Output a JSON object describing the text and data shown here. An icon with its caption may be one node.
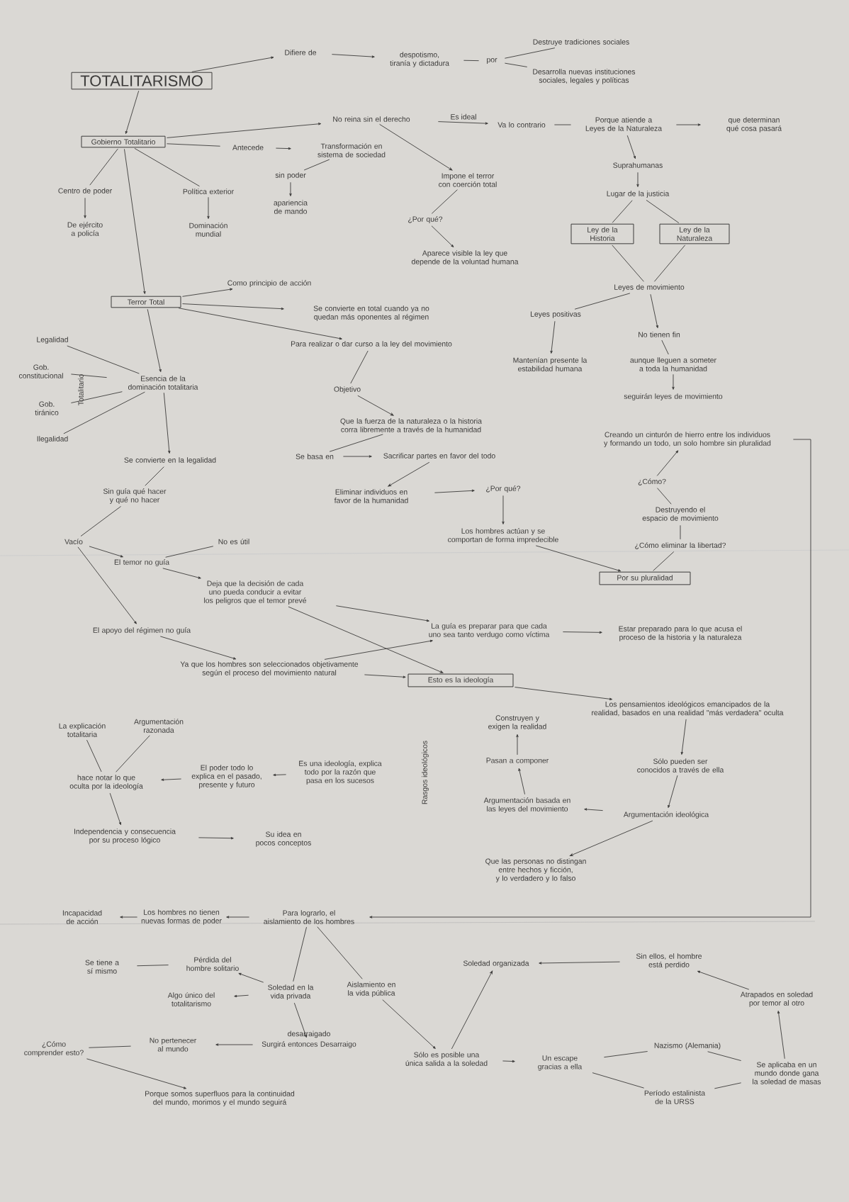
{
  "diagram": {
    "nodes": [
      {
        "text": [
          "TOTALITARISMO"
        ]
      },
      {
        "text": [
          "Difiere de"
        ]
      },
      {
        "text": [
          "despotismo, tiranía y dictadura"
        ]
      },
      {
        "text": [
          "por"
        ]
      },
      {
        "text": [
          "Destruye tradiciones sociales"
        ]
      },
      {
        "text": [
          "Desarrolla nuevas instituciones sociales, legales y políticas"
        ]
      },
      {
        "text": [
          "Gobierno Totalitario"
        ]
      },
      {
        "text": [
          "No reina sin el derecho"
        ]
      },
      {
        "text": [
          "Va lo contrario"
        ]
      },
      {
        "text": [
          "Porque atiende a Leyes de la Naturaleza"
        ]
      },
      {
        "text": [
          "que determinan qué cosa pasará"
        ]
      },
      {
        "text": [
          "Antecede"
        ]
      },
      {
        "text": [
          "Transformación en sistema de sociedad"
        ]
      },
      {
        "text": [
          "sin poder"
        ]
      },
      {
        "text": [
          "apariencia de mando"
        ]
      },
      {
        "text": [
          "Centro de poder"
        ]
      },
      {
        "text": [
          "De ejército a policía"
        ]
      },
      {
        "text": [
          "Política exterior"
        ]
      },
      {
        "text": [
          "Dominación mundial"
        ]
      },
      {
        "text": [
          "Impone el terror con coerción total"
        ]
      },
      {
        "text": [
          "¿Por qué?"
        ]
      },
      {
        "text": [
          "Aparece visible la ley que depende de la voluntad humana"
        ]
      },
      {
        "text": [
          "Suprahumanas"
        ]
      },
      {
        "text": [
          "Lugar de la justicia"
        ]
      },
      {
        "text": [
          "Ley de la Historia"
        ]
      },
      {
        "text": [
          "Ley de la Naturaleza"
        ]
      },
      {
        "text": [
          "Leyes de movimiento"
        ]
      },
      {
        "text": [
          "Leyes positivas"
        ]
      },
      {
        "text": [
          "Mantenían presente la estabilidad humana"
        ]
      },
      {
        "text": [
          "No tienen fin"
        ]
      },
      {
        "text": [
          "aunque lleguen a someter a toda la humanidad"
        ]
      },
      {
        "text": [
          "seguirán leyes de movimiento"
        ]
      },
      {
        "text": [
          "Terror Total"
        ]
      },
      {
        "text": [
          "Como principio de acción"
        ]
      },
      {
        "text": [
          "Se convierte en total cuando ya no quedan más oponentes al régimen"
        ]
      },
      {
        "text": [
          "Para realizar o dar curso a la ley del movimiento"
        ]
      },
      {
        "text": [
          "Objetivo"
        ]
      },
      {
        "text": [
          "Que la fuerza de la naturaleza o la historia corra libremente a través de la humanidad"
        ]
      },
      {
        "text": [
          "Se basa en"
        ]
      },
      {
        "text": [
          "Sacrificar partes en favor del todo"
        ]
      },
      {
        "text": [
          "Eliminar individuos en favor de la humanidad"
        ]
      },
      {
        "text": [
          "¿Por qué?"
        ]
      },
      {
        "text": [
          "Los hombres actúan y se comportan de forma impredecible"
        ]
      },
      {
        "text": [
          "Por su pluralidad"
        ]
      },
      {
        "text": [
          "Creando un cinturón de hierro entre los individuos y formando un todo, un solo hombre sin pluralidad"
        ]
      },
      {
        "text": [
          "¿Cómo?"
        ]
      },
      {
        "text": [
          "Destruyendo el espacio de movimiento"
        ]
      },
      {
        "text": [
          "¿Cómo eliminar la libertad?"
        ]
      },
      {
        "text": [
          "Esencia de la dominación totalitaria"
        ]
      },
      {
        "text": [
          "Legalidad"
        ]
      },
      {
        "text": [
          "Gob. constitucional"
        ]
      },
      {
        "text": [
          "Gob. tiránico"
        ]
      },
      {
        "text": [
          "Ilegalidad"
        ]
      },
      {
        "text": [
          "Se convierte en la legalidad"
        ]
      },
      {
        "text": [
          "Sin guía qué hacer y qué no hacer"
        ]
      },
      {
        "text": [
          "Vacío"
        ]
      },
      {
        "text": [
          "El temor no guía"
        ]
      },
      {
        "text": [
          "No es útil"
        ]
      },
      {
        "text": [
          "Deja que la decisión de cada uno pueda conducir a evitar los peligros que el temor prevé"
        ]
      },
      {
        "text": [
          "El apoyo del régimen no guía"
        ]
      },
      {
        "text": [
          "Ya que los hombres son seleccionados objetivamente según el proceso del movimiento natural"
        ]
      },
      {
        "text": [
          "La guía es preparar para que cada uno sea tanto verdugo como víctima"
        ]
      },
      {
        "text": [
          "Estar preparado para lo que acusa el proceso de la historia y la naturaleza"
        ]
      },
      {
        "text": [
          "Esto es la ideología"
        ]
      },
      {
        "text": [
          "Los pensamientos ideológicos emancipados de la realidad, basados en una realidad \"más verdadera\" oculta"
        ]
      },
      {
        "text": [
          "Sólo pueden ser conocidos a través de ella"
        ]
      },
      {
        "text": [
          "Argumentación ideológica"
        ]
      },
      {
        "text": [
          "Argumentación basada en las leyes del movimiento"
        ]
      },
      {
        "text": [
          "Pasan a componer"
        ]
      },
      {
        "text": [
          "Construyen y exigen la realidad"
        ]
      },
      {
        "text": [
          "Que las personas no distingan entre hechos y ficción, y lo verdadero y lo falso"
        ]
      },
      {
        "text": [
          "La explicación totalitaria"
        ]
      },
      {
        "text": [
          "Argumentación razonada"
        ]
      },
      {
        "text": [
          "hace notar lo que oculta por la ideología"
        ]
      },
      {
        "text": [
          "El poder todo lo explica en el pasado, presente y futuro"
        ]
      },
      {
        "text": [
          "Es una ideología, explica todo por la razón que pasa en los sucesos"
        ]
      },
      {
        "text": [
          "Independencia y consecuencia por su proceso lógico"
        ]
      },
      {
        "text": [
          "Su idea en pocos conceptos"
        ]
      },
      {
        "text": [
          "Para lograrlo, el aislamiento de los hombres"
        ]
      },
      {
        "text": [
          "Los hombres no tienen nuevas formas de poder"
        ]
      },
      {
        "text": [
          "Incapacidad de acción"
        ]
      },
      {
        "text": [
          "Pérdida del hombre solitario"
        ]
      },
      {
        "text": [
          "Se tiene a sí mismo"
        ]
      },
      {
        "text": [
          "Algo único del totalitarismo"
        ]
      },
      {
        "text": [
          "Soledad en la vida privada"
        ]
      },
      {
        "text": [
          "Aislamiento en la vida pública"
        ]
      },
      {
        "text": [
          "Surgirá entonces Desarraigo"
        ],
        "beside": [
          "desarraigado"
        ]
      },
      {
        "text": [
          "No pertenecer al mundo"
        ]
      },
      {
        "text": [
          "¿Cómo comprender esto?"
        ]
      },
      {
        "text": [
          "Porque somos superfluos para la continuidad del mundo, morimos y el mundo seguirá"
        ]
      },
      {
        "text": [
          "Soledad organizada"
        ]
      },
      {
        "text": [
          "Sin ellos, el hombre está perdido"
        ]
      },
      {
        "text": [
          "Atrapados en soledad por temor al otro"
        ]
      },
      {
        "text": [
          "Sólo es posible una única salida a la soledad"
        ]
      },
      {
        "text": [
          "Un escape gracias a ella"
        ]
      },
      {
        "text": [
          "Nazismo (Alemania)"
        ]
      },
      {
        "text": [
          "Período estalinista de la URSS"
        ]
      },
      {
        "text": [
          "Se aplicaba en un mundo donde gana la soledad de masas"
        ]
      }
    ],
    "edges": [
      {
        "from": 0,
        "to": 1,
        "arrow": "to"
      },
      {
        "from": 1,
        "to": 2,
        "arrow": "to"
      },
      {
        "from": 2,
        "to": 3,
        "arrow": "none"
      },
      {
        "from": 3,
        "to": 4,
        "arrow": "none"
      },
      {
        "from": 3,
        "to": 5,
        "arrow": "none"
      },
      {
        "from": 0,
        "to": 6,
        "arrow": "to"
      },
      {
        "from": 6,
        "to": 7,
        "arrow": "to"
      },
      {
        "from": 7,
        "to": 8,
        "arrow": "to",
        "label": "Es ideal"
      },
      {
        "from": 8,
        "to": 9,
        "arrow": "none"
      },
      {
        "from": 9,
        "to": 10,
        "arrow": "to"
      },
      {
        "from": 6,
        "to": 11,
        "arrow": "none"
      },
      {
        "from": 11,
        "to": 12,
        "arrow": "to"
      },
      {
        "from": 12,
        "to": 13,
        "arrow": "none"
      },
      {
        "from": 13,
        "to": 14,
        "arrow": "to"
      },
      {
        "from": 6,
        "to": 15,
        "arrow": "none"
      },
      {
        "from": 6,
        "to": 17,
        "arrow": "none"
      },
      {
        "from": 15,
        "to": 16,
        "arrow": "to"
      },
      {
        "from": 17,
        "to": 18,
        "arrow": "to"
      },
      {
        "from": 7,
        "to": 19,
        "arrow": "to"
      },
      {
        "from": 19,
        "to": 20,
        "arrow": "none"
      },
      {
        "from": 20,
        "to": 21,
        "arrow": "to"
      },
      {
        "from": 9,
        "to": 22,
        "arrow": "to"
      },
      {
        "from": 22,
        "to": 23,
        "arrow": "to"
      },
      {
        "from": 23,
        "to": 24,
        "arrow": "none"
      },
      {
        "from": 23,
        "to": 25,
        "arrow": "none"
      },
      {
        "from": 24,
        "to": 26,
        "arrow": "none"
      },
      {
        "from": 25,
        "to": 26,
        "arrow": "none"
      },
      {
        "from": 26,
        "to": 27,
        "arrow": "none"
      },
      {
        "from": 27,
        "to": 28,
        "arrow": "to"
      },
      {
        "from": 26,
        "to": 29,
        "arrow": "to"
      },
      {
        "from": 29,
        "to": 30,
        "arrow": "none"
      },
      {
        "from": 30,
        "to": 31,
        "arrow": "to"
      },
      {
        "from": 6,
        "to": 32,
        "arrow": "to"
      },
      {
        "from": 32,
        "to": 33,
        "arrow": "to"
      },
      {
        "from": 32,
        "to": 34,
        "arrow": "to"
      },
      {
        "from": 32,
        "to": 35,
        "arrow": "to"
      },
      {
        "from": 35,
        "to": 36,
        "arrow": "none"
      },
      {
        "from": 36,
        "to": 37,
        "arrow": "to"
      },
      {
        "from": 37,
        "to": 38,
        "arrow": "none"
      },
      {
        "from": 38,
        "to": 39,
        "arrow": "to"
      },
      {
        "from": 39,
        "to": 40,
        "arrow": "to"
      },
      {
        "from": 40,
        "to": 41,
        "arrow": "to"
      },
      {
        "from": 41,
        "to": 42,
        "arrow": "to"
      },
      {
        "from": 42,
        "to": 43,
        "arrow": "to"
      },
      {
        "from": 43,
        "to": 47,
        "arrow": "none"
      },
      {
        "from": 47,
        "to": 46,
        "arrow": "none"
      },
      {
        "from": 46,
        "to": 45,
        "arrow": "none"
      },
      {
        "from": 45,
        "to": 44,
        "arrow": "to"
      },
      {
        "from": 44,
        "to": 78,
        "arrow": "to"
      },
      {
        "from": 32,
        "to": 48,
        "arrow": "to"
      },
      {
        "from": 49,
        "to": 48,
        "arrow": "none"
      },
      {
        "from": 50,
        "to": 48,
        "arrow": "none"
      },
      {
        "from": 51,
        "to": 48,
        "arrow": "none"
      },
      {
        "from": 52,
        "to": 48,
        "arrow": "none"
      },
      {
        "from": 48,
        "to": 53,
        "arrow": "to"
      },
      {
        "from": 53,
        "to": 54,
        "arrow": "none"
      },
      {
        "from": 54,
        "to": 55,
        "arrow": "none"
      },
      {
        "from": 55,
        "to": 56,
        "arrow": "to"
      },
      {
        "from": 55,
        "to": 59,
        "arrow": "to"
      },
      {
        "from": 56,
        "to": 57,
        "arrow": "none"
      },
      {
        "from": 56,
        "to": 58,
        "arrow": "to"
      },
      {
        "from": 59,
        "to": 60,
        "arrow": "to"
      },
      {
        "from": 58,
        "to": 61,
        "arrow": "to"
      },
      {
        "from": 60,
        "to": 61,
        "arrow": "to"
      },
      {
        "from": 58,
        "to": 63,
        "arrow": "to"
      },
      {
        "from": 60,
        "to": 63,
        "arrow": "to"
      },
      {
        "from": 61,
        "to": 62,
        "arrow": "to"
      },
      {
        "from": 63,
        "to": 64,
        "arrow": "to"
      },
      {
        "from": 64,
        "to": 65,
        "arrow": "to"
      },
      {
        "from": 65,
        "to": 66,
        "arrow": "to"
      },
      {
        "from": 66,
        "to": 67,
        "arrow": "to"
      },
      {
        "from": 67,
        "to": 68,
        "arrow": "to"
      },
      {
        "from": 68,
        "to": 69,
        "arrow": "to"
      },
      {
        "from": 66,
        "to": 70,
        "arrow": "to"
      },
      {
        "from": 71,
        "to": 73,
        "arrow": "none"
      },
      {
        "from": 72,
        "to": 73,
        "arrow": "none"
      },
      {
        "from": 74,
        "to": 73,
        "arrow": "to"
      },
      {
        "from": 75,
        "to": 74,
        "arrow": "to"
      },
      {
        "from": 73,
        "to": 76,
        "arrow": "to"
      },
      {
        "from": 76,
        "to": 77,
        "arrow": "to"
      },
      {
        "from": 78,
        "to": 79,
        "arrow": "to"
      },
      {
        "from": 79,
        "to": 80,
        "arrow": "to"
      },
      {
        "from": 78,
        "to": 84,
        "arrow": "none"
      },
      {
        "from": 78,
        "to": 85,
        "arrow": "none"
      },
      {
        "from": 84,
        "to": 81,
        "arrow": "to"
      },
      {
        "from": 84,
        "to": 83,
        "arrow": "to"
      },
      {
        "from": 81,
        "to": 82,
        "arrow": "none"
      },
      {
        "from": 84,
        "to": 86,
        "arrow": "to"
      },
      {
        "from": 86,
        "to": 87,
        "arrow": "to"
      },
      {
        "from": 87,
        "to": 88,
        "arrow": "none"
      },
      {
        "from": 88,
        "to": 89,
        "arrow": "to"
      },
      {
        "from": 85,
        "to": 93,
        "arrow": "to"
      },
      {
        "from": 93,
        "to": 90,
        "arrow": "to"
      },
      {
        "from": 93,
        "to": 94,
        "arrow": "to"
      },
      {
        "from": 94,
        "to": 95,
        "arrow": "none"
      },
      {
        "from": 94,
        "to": 96,
        "arrow": "none"
      },
      {
        "from": 95,
        "to": 97,
        "arrow": "none"
      },
      {
        "from": 96,
        "to": 97,
        "arrow": "none"
      },
      {
        "from": 97,
        "to": 92,
        "arrow": "to"
      },
      {
        "from": 92,
        "to": 91,
        "arrow": "to"
      },
      {
        "from": 91,
        "to": 90,
        "arrow": "to"
      }
    ],
    "labels": [
      "Rasgos ideológicos",
      "Totalitario"
    ]
  }
}
